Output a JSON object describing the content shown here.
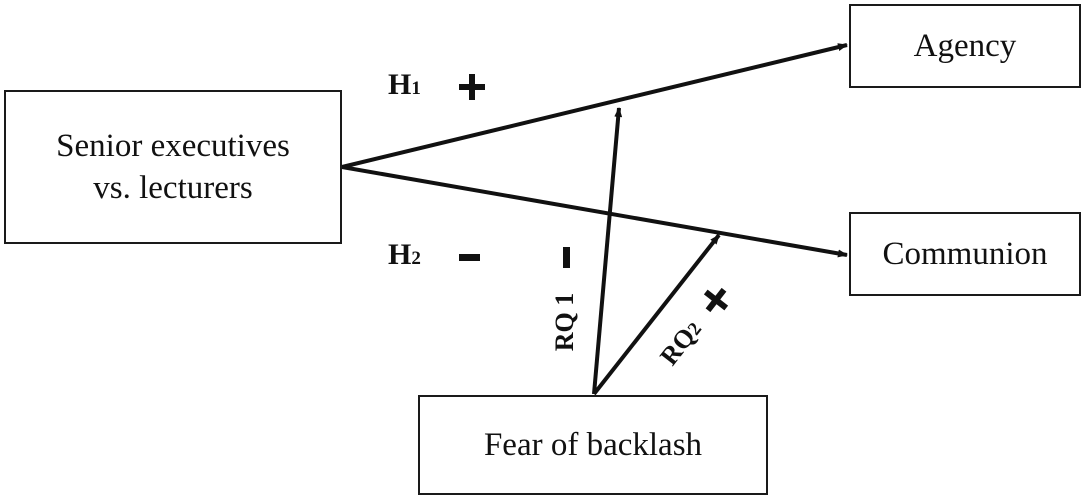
{
  "nodes": {
    "senior": {
      "line1": "Senior executives",
      "line2": "vs. lecturers"
    },
    "agency": {
      "label": "Agency"
    },
    "communion": {
      "label": "Communion"
    },
    "fear": {
      "label": "Fear of backlash"
    }
  },
  "labels": {
    "h1": {
      "main": "H",
      "sub": "1",
      "sign": "+"
    },
    "h2": {
      "main": "H",
      "sub": "2",
      "sign": "-"
    },
    "rq1": {
      "text": "RQ 1",
      "sign": "-"
    },
    "rq2": {
      "main": "RQ",
      "sub": "2",
      "sign": "+"
    }
  },
  "colors": {
    "line": "#111111",
    "box_border": "#1a1a1a",
    "text": "#111111"
  }
}
